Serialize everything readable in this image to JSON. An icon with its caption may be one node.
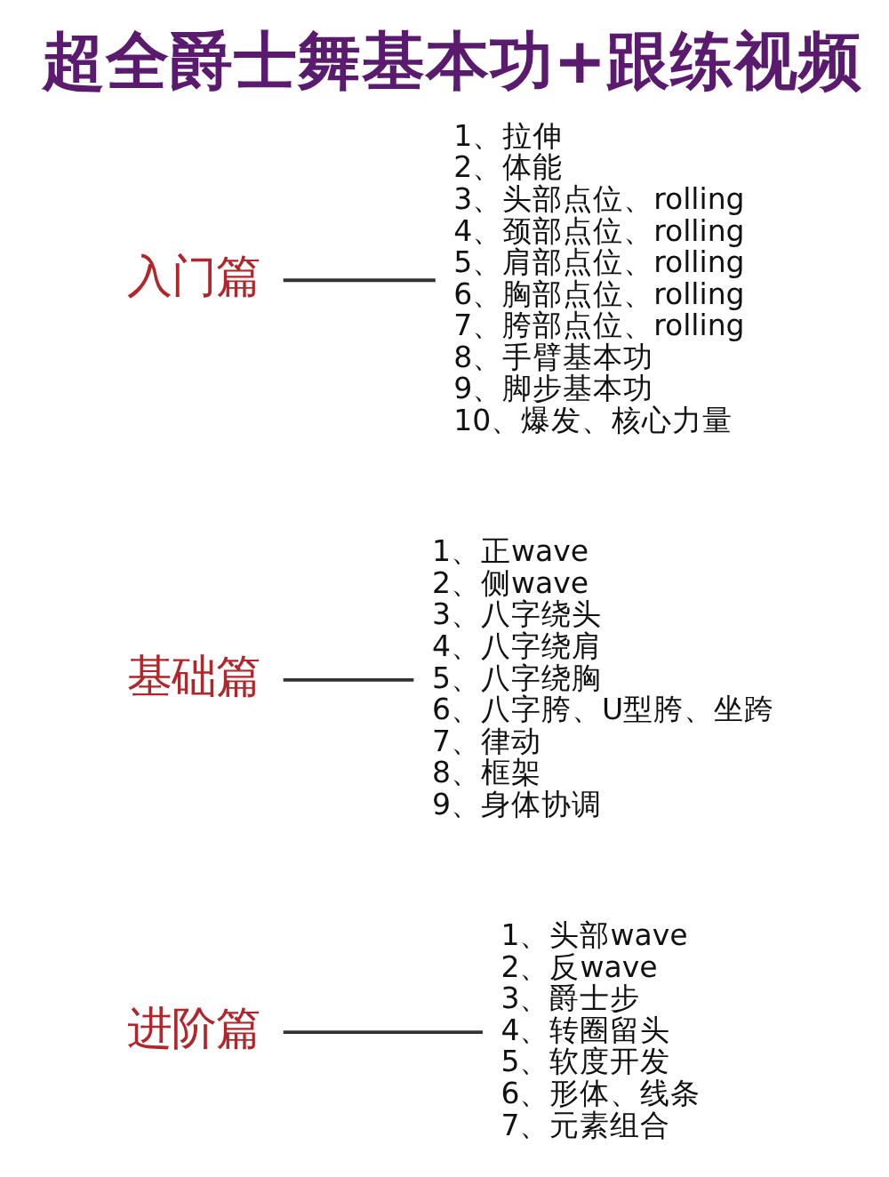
{
  "diagram": {
    "title": "超全爵士舞基本功+跟练视频",
    "nodes": [
      {
        "text": [
          "入门篇"
        ]
      },
      {
        "text": [
          "1、拉伸",
          "2、体能",
          "3、头部点位、rolling",
          "4、颈部点位、rolling",
          "5、肩部点位、rolling",
          "6、胸部点位、rolling",
          "7、胯部点位、rolling",
          "8、手臂基本功",
          "9、脚步基本功",
          "10、爆发、核心力量"
        ]
      },
      {
        "text": [
          "基础篇"
        ]
      },
      {
        "text": [
          "1、正wave",
          "2、侧wave",
          "3、八字绕头",
          "4、八字绕肩",
          "5、八字绕胸",
          "6、八字胯、U型胯、坐跨",
          "7、律动",
          "8、框架",
          "9、身体协调"
        ]
      },
      {
        "text": [
          "进阶篇"
        ]
      },
      {
        "text": [
          "1、头部wave",
          "2、反wave",
          "3、爵士步",
          "4、转圈留头",
          "5、软度开发",
          "6、形体、线条",
          "7、元素组合"
        ]
      }
    ],
    "edges": [
      {
        "from": 0,
        "to": 1,
        "arrow": "none"
      },
      {
        "from": 2,
        "to": 3,
        "arrow": "none"
      },
      {
        "from": 4,
        "to": 5,
        "arrow": "none"
      }
    ]
  }
}
